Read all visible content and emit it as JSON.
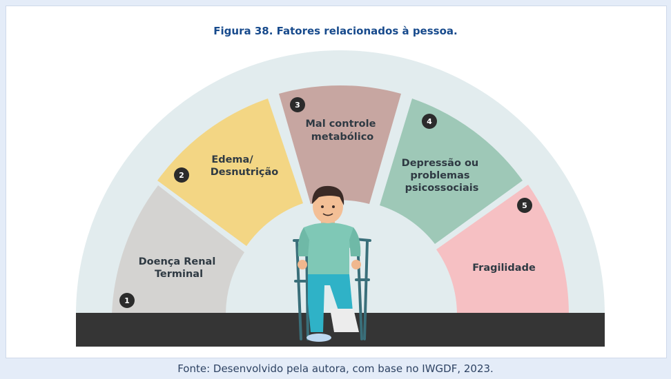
{
  "figure": {
    "title": "Figura 38. Fatores relacionados à pessoa.",
    "source": "Fonte: Desenvolvido pela autora, com base no IWGDF, 2023."
  },
  "segments": [
    {
      "number": "1",
      "label_lines": [
        "Doença Renal",
        "Terminal"
      ],
      "color": "#d4d3d1"
    },
    {
      "number": "2",
      "label_lines": [
        "Edema/",
        "Desnutrição"
      ],
      "color": "#f3d684"
    },
    {
      "number": "3",
      "label_lines": [
        "Mal controle",
        "metabólico"
      ],
      "color": "#c7a6a1"
    },
    {
      "number": "4",
      "label_lines": [
        "Depressão ou",
        "problemas",
        "psicossociais"
      ],
      "color": "#9ec8b7"
    },
    {
      "number": "5",
      "label_lines": [
        "Fragilidade"
      ],
      "color": "#f6c0c3"
    }
  ],
  "colors": {
    "outer_arc": "#e2ecee",
    "ground": "#353535",
    "badge": "#2b2b2b",
    "label_text": "#2f3a43",
    "title_text": "#174a8c"
  },
  "illustration": "person-on-crutches"
}
